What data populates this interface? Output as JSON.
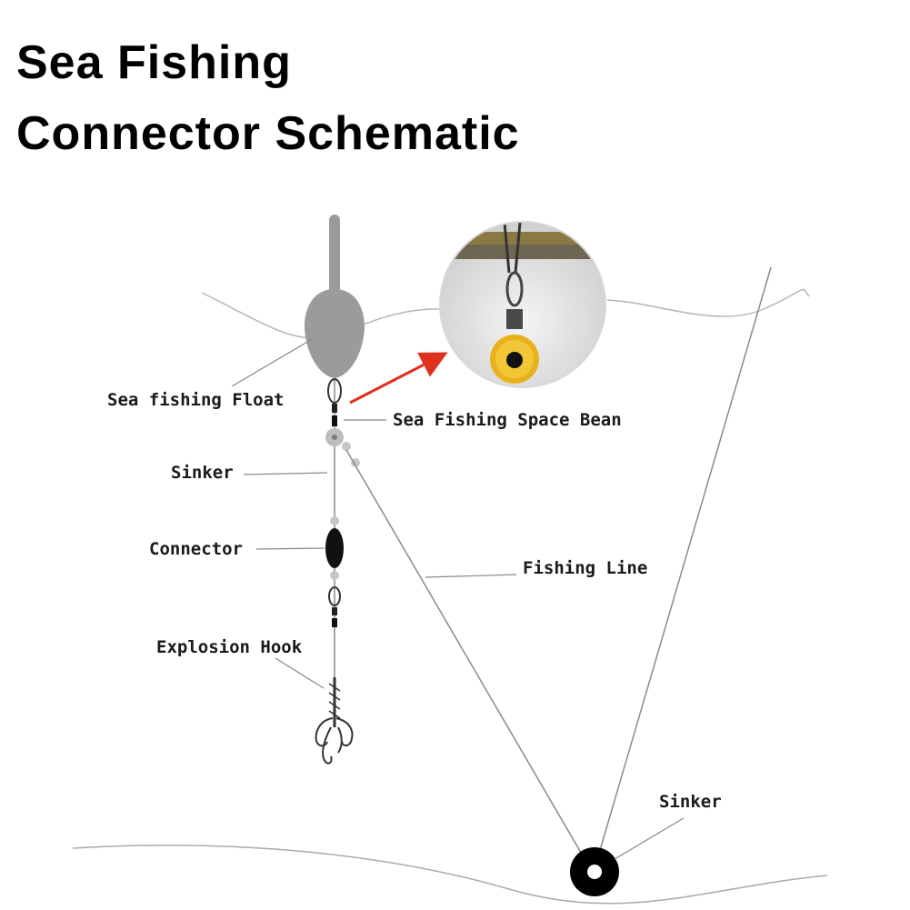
{
  "title": {
    "line1": "Sea Fishing",
    "line2": "Connector Schematic"
  },
  "labels": {
    "float": "Sea fishing Float",
    "space_bean": "Sea Fishing Space Bean",
    "sinker_top": "Sinker",
    "connector": "Connector",
    "fishing_line": "Fishing Line",
    "explosion_hook": "Explosion Hook",
    "sinker_bottom": "Sinker"
  },
  "colors": {
    "float": "#9b9b9b",
    "arrow": "#e0301e",
    "bead_yellow": "#e8b21c",
    "line": "#8a8a8a",
    "sinker": "#000000"
  }
}
